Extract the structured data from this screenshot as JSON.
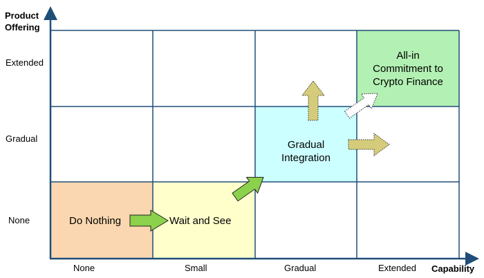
{
  "axes": {
    "y_title_line1": "Product",
    "y_title_line2": "Offering",
    "x_title": "Capability",
    "y_levels": [
      "None",
      "Gradual",
      "Extended"
    ],
    "x_levels": [
      "None",
      "Small",
      "Gradual",
      "Extended"
    ]
  },
  "stages": [
    {
      "name": "Do Nothing",
      "capability": "None",
      "offering": "None",
      "color": "#fad7b0"
    },
    {
      "name": "Wait and See",
      "capability": "Small",
      "offering": "None",
      "color": "#ffffcc"
    },
    {
      "name_line1": "Gradual",
      "name_line2": "Integration",
      "capability": "Gradual",
      "offering": "Gradual",
      "color": "#ccffff"
    },
    {
      "name_line1": "All-in",
      "name_line2": "Commitment to",
      "name_line3": "Crypto Finance",
      "capability": "Extended",
      "offering": "Extended",
      "color": "#b3f0b3"
    }
  ],
  "arrows": [
    {
      "from": "Do Nothing",
      "to": "Wait and See",
      "style": "solid-green"
    },
    {
      "from": "Wait and See",
      "to": "Gradual Integration",
      "style": "solid-green"
    },
    {
      "from": "Gradual Integration",
      "to": "up",
      "style": "dotted-khaki"
    },
    {
      "from": "Gradual Integration",
      "to": "right",
      "style": "dotted-khaki"
    },
    {
      "from": "Gradual Integration",
      "to": "All-in Commitment to Crypto Finance",
      "style": "dotted-white"
    }
  ],
  "colors": {
    "grid": "#1f4e79",
    "green_arrow": "#8cd14b",
    "khaki_arrow": "#d4cc7a"
  }
}
